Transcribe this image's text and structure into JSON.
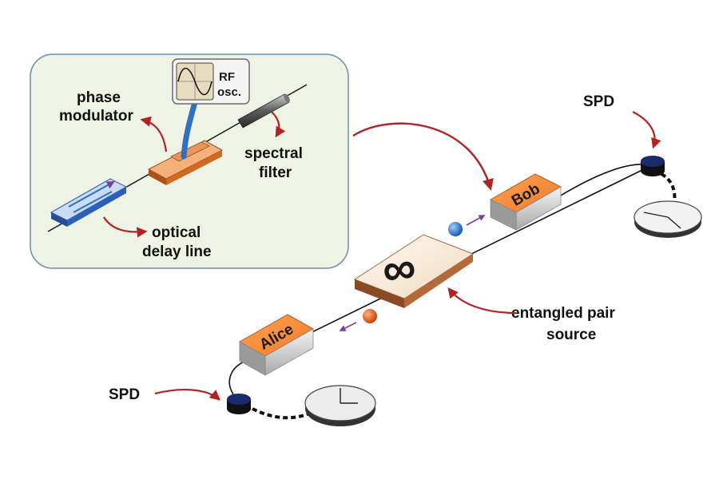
{
  "labels": {
    "rf_osc_line1": "RF",
    "rf_osc_line2": "osc.",
    "phase_modulator_line1": "phase",
    "phase_modulator_line2": "modulator",
    "spectral_filter_line1": "spectral",
    "spectral_filter_line2": "filter",
    "optical_delay_line1": "optical",
    "optical_delay_line2": "delay line",
    "spd_top": "SPD",
    "spd_bottom": "SPD",
    "entangled_line1": "entangled pair",
    "entangled_line2": "source",
    "bob": "Bob",
    "alice": "Alice",
    "source_symbol": "∞"
  },
  "colors": {
    "panel_fill": "#eef3e6",
    "panel_stroke": "#6d8fa8",
    "orange": "#f28a3c",
    "arrow_red": "#b22222",
    "photon_blue": "#1f6fd6",
    "photon_orange": "#e0531a",
    "pair_arrow_purple": "#7a3fa0",
    "detector_navy": "#1b2a6b",
    "fiber_blue": "#2f6fc4"
  }
}
